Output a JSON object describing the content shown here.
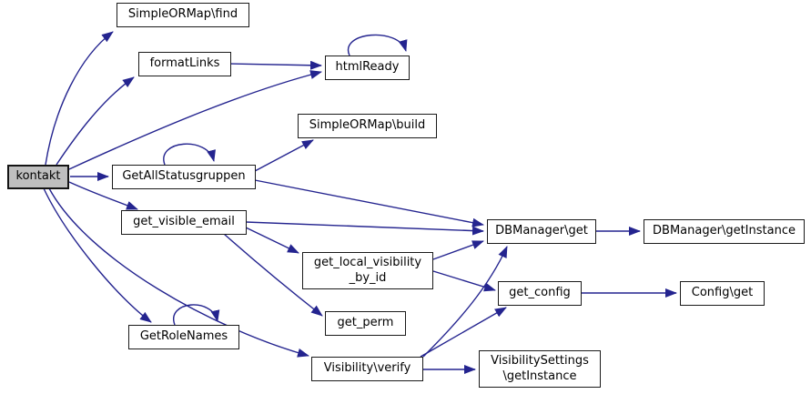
{
  "diagram": {
    "kind": "doxygen-call-graph",
    "edge_color": "#24248f",
    "node_fill": "#ffffff",
    "node_border": "#1a1a1a",
    "focus_node_fill": "#bfbfbf"
  },
  "nodes": [
    {
      "id": "kontakt",
      "label": "kontakt",
      "focus": true
    },
    {
      "id": "simpleormap-find",
      "label": "SimpleORMap\\find",
      "focus": false
    },
    {
      "id": "formatlinks",
      "label": "formatLinks",
      "focus": false
    },
    {
      "id": "htmlready",
      "label": "htmlReady",
      "focus": false
    },
    {
      "id": "simpleormap-build",
      "label": "SimpleORMap\\build",
      "focus": false
    },
    {
      "id": "getallstatusgruppen",
      "label": "GetAllStatusgruppen",
      "focus": false
    },
    {
      "id": "get-visible-email",
      "label": "get_visible_email",
      "focus": false
    },
    {
      "id": "dbmanager-get",
      "label": "DBManager\\get",
      "focus": false
    },
    {
      "id": "dbmanager-getinstance",
      "label": "DBManager\\getInstance",
      "focus": false
    },
    {
      "id": "get-local-visibility-by-id",
      "label": "get_local_visibility\n_by_id",
      "focus": false
    },
    {
      "id": "get-config",
      "label": "get_config",
      "focus": false
    },
    {
      "id": "config-get",
      "label": "Config\\get",
      "focus": false
    },
    {
      "id": "get-perm",
      "label": "get_perm",
      "focus": false
    },
    {
      "id": "getrolenames",
      "label": "GetRoleNames",
      "focus": false
    },
    {
      "id": "visibility-verify",
      "label": "Visibility\\verify",
      "focus": false
    },
    {
      "id": "visibilitysettings-getinstance",
      "label": "VisibilitySettings\n\\getInstance",
      "focus": false
    }
  ],
  "edges": [
    {
      "from": "kontakt",
      "to": "SimpleORMap\\find"
    },
    {
      "from": "kontakt",
      "to": "formatLinks"
    },
    {
      "from": "kontakt",
      "to": "htmlReady"
    },
    {
      "from": "kontakt",
      "to": "GetAllStatusgruppen"
    },
    {
      "from": "kontakt",
      "to": "get_visible_email"
    },
    {
      "from": "kontakt",
      "to": "GetRoleNames"
    },
    {
      "from": "kontakt",
      "to": "Visibility\\verify"
    },
    {
      "from": "formatLinks",
      "to": "htmlReady"
    },
    {
      "from": "htmlReady",
      "to": "htmlReady"
    },
    {
      "from": "GetAllStatusgruppen",
      "to": "GetAllStatusgruppen"
    },
    {
      "from": "GetAllStatusgruppen",
      "to": "SimpleORMap\\build"
    },
    {
      "from": "GetAllStatusgruppen",
      "to": "DBManager\\get"
    },
    {
      "from": "get_visible_email",
      "to": "DBManager\\get"
    },
    {
      "from": "get_visible_email",
      "to": "get_local_visibility_by_id"
    },
    {
      "from": "get_visible_email",
      "to": "get_perm"
    },
    {
      "from": "DBManager\\get",
      "to": "DBManager\\getInstance"
    },
    {
      "from": "get_local_visibility_by_id",
      "to": "DBManager\\get"
    },
    {
      "from": "get_local_visibility_by_id",
      "to": "get_config"
    },
    {
      "from": "get_config",
      "to": "Config\\get"
    },
    {
      "from": "GetRoleNames",
      "to": "GetRoleNames"
    },
    {
      "from": "Visibility\\verify",
      "to": "get_config"
    },
    {
      "from": "Visibility\\verify",
      "to": "DBManager\\get"
    },
    {
      "from": "Visibility\\verify",
      "to": "VisibilitySettings\\getInstance"
    }
  ]
}
